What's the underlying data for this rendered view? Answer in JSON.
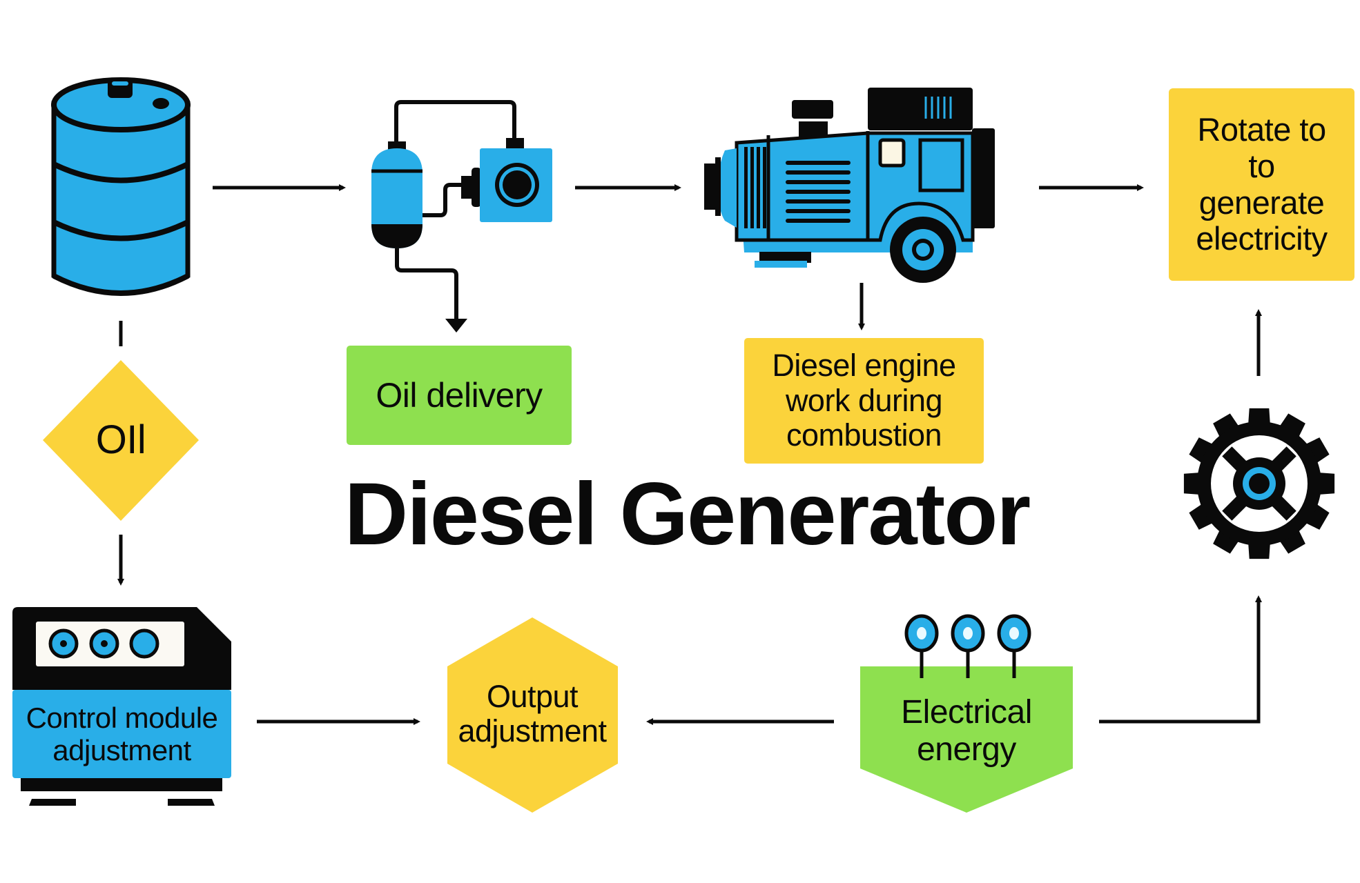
{
  "title": "Diesel Generator",
  "colors": {
    "blue": "#29aee8",
    "yellow": "#fbd33b",
    "green": "#8ee04f",
    "black": "#0a0a0a",
    "white": "#ffffff"
  },
  "nodes": {
    "fuel_barrel": {
      "icon": "oil-barrel-icon"
    },
    "fuel_filter_pump": {
      "icon": "fuel-pump-icon"
    },
    "engine": {
      "icon": "diesel-engine-icon"
    },
    "gear": {
      "icon": "gear-icon"
    },
    "oil_delivery": {
      "label": "Oil delivery"
    },
    "diesel_engine_work": {
      "lines": [
        "Diesel engine",
        "work during",
        "combustion"
      ]
    },
    "rotate": {
      "lines": [
        "Rotate to",
        "to",
        "generate",
        "electricity"
      ]
    },
    "oil": {
      "label": "OIl"
    },
    "control_module": {
      "lines": [
        "Control module",
        "adjustment"
      ]
    },
    "output_adjustment": {
      "lines": [
        "Output",
        "adjustment"
      ]
    },
    "electrical_energy": {
      "lines": [
        "Electrical",
        "energy"
      ]
    }
  },
  "flows": [
    {
      "from": "fuel_barrel",
      "to": "fuel_filter_pump"
    },
    {
      "from": "fuel_filter_pump",
      "to": "oil_delivery"
    },
    {
      "from": "fuel_filter_pump",
      "to": "engine"
    },
    {
      "from": "engine",
      "to": "diesel_engine_work"
    },
    {
      "from": "engine",
      "to": "rotate"
    },
    {
      "from": "gear",
      "to": "rotate"
    },
    {
      "from": "electrical_energy",
      "to": "gear"
    },
    {
      "from": "electrical_energy",
      "to": "output_adjustment"
    },
    {
      "from": "control_module",
      "to": "output_adjustment"
    },
    {
      "from": "fuel_barrel",
      "to": "oil"
    },
    {
      "from": "oil",
      "to": "control_module"
    }
  ]
}
